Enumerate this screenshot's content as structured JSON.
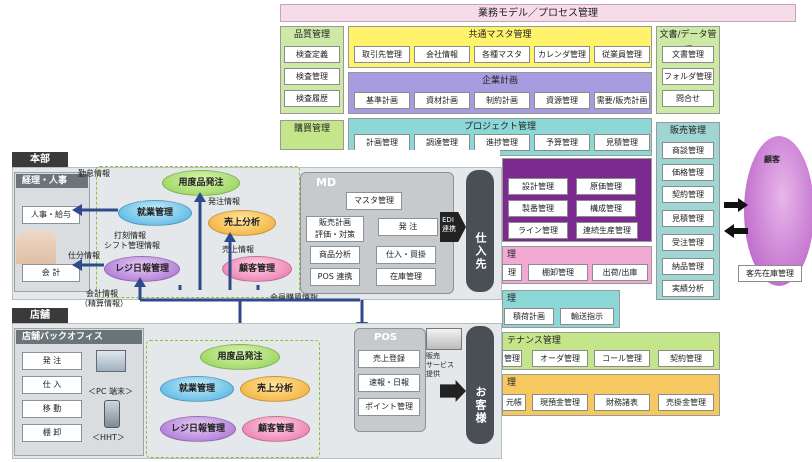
{
  "background": {
    "title": "業務モデル／プロセス管理",
    "quality": {
      "title": "品質管理",
      "items": [
        "検査定義",
        "検査管理",
        "検査履歴"
      ]
    },
    "master": {
      "title": "共通マスタ管理",
      "items": [
        "取引先管理",
        "会社情報",
        "各種マスタ",
        "カレンダ管理",
        "従業員管理"
      ]
    },
    "docs": {
      "title": "文書/データ管理",
      "items": [
        "文書管理",
        "フォルダ管理",
        "問合せ"
      ]
    },
    "planning": {
      "title": "企業計画",
      "items": [
        "基準計画",
        "資材計画",
        "制約計画",
        "資源管理",
        "需要/販売計画"
      ]
    },
    "purchase": {
      "title": "購買管理"
    },
    "project": {
      "title": "プロジェクト管理",
      "items": [
        "計画管理",
        "調達管理",
        "進捗管理",
        "予算管理",
        "見積管理"
      ]
    },
    "sales": {
      "title": "販売管理",
      "items": [
        "商談管理",
        "価格管理",
        "契約管理",
        "見積管理",
        "受注管理",
        "納品管理",
        "実績分析"
      ]
    },
    "customer": {
      "title": "顧客",
      "item": "客先在庫管理"
    },
    "design": {
      "items": [
        "設計管理",
        "原価管理",
        "製番管理",
        "構成管理",
        "ライン管理",
        "連続生産管理"
      ]
    },
    "inventory": {
      "title": "理",
      "items": [
        "理",
        "棚卸管理",
        "出荷/出庫"
      ]
    },
    "logistics": {
      "title": "理",
      "items": [
        "積荷計画",
        "輸送指示"
      ]
    },
    "maintenance": {
      "title": "テナンス管理",
      "items": [
        "管理",
        "オーダ管理",
        "コール管理",
        "契約管理"
      ]
    },
    "accounting": {
      "title": "理",
      "items": [
        "元帳",
        "現預金管理",
        "財務諸表",
        "売掛金管理"
      ]
    }
  },
  "front": {
    "honbu": "本部",
    "keiri_panel": "経理・人事",
    "jinji": "人事・給与",
    "kaikei": "会 計",
    "tenpo": "店舗",
    "backoffice": "店舗バックオフィス",
    "store_items": [
      "発 注",
      "仕 入",
      "移 動",
      "棚 卸"
    ],
    "pc_label": "＜PC 端末＞",
    "hht_label": "＜HHT＞",
    "hq_ovals": {
      "youdo": "用度品発注",
      "shugyo": "就業管理",
      "uriage": "売上分析",
      "reji": "レジ日報管理",
      "kokyaku": "顧客管理"
    },
    "store_ovals": {
      "youdo": "用度品発注",
      "shugyo": "就業管理",
      "uriage": "売上分析",
      "reji": "レジ日報管理",
      "kokyaku": "顧客管理"
    },
    "flows": {
      "kintai": "勤怠情報",
      "daboku": "打刻情報",
      "shift": "シフト管理情報",
      "shiwake": "仕分情報",
      "kaikei_info": "会計情報",
      "seisan": "（精算情報）",
      "hacchu": "発注情報",
      "uriage_info": "売上情報",
      "kaiin": "会員購買情報"
    },
    "md": {
      "title": "MD",
      "master": "マスタ管理",
      "hanbai": "販売計画\n評価・対策",
      "hacchu": "発 注",
      "shohin": "商品分析",
      "shiire": "仕入・買掛",
      "pos": "POS 連携",
      "zaiko": "在庫管理"
    },
    "edi": "EDI\n連携",
    "shiiresaki": "仕入先",
    "pos": {
      "title": "POS",
      "items": [
        "売上登録",
        "速報・日報",
        "ポイント管理"
      ],
      "service": "販売\nサービス\n提供"
    },
    "okyakusama": "お客様"
  }
}
